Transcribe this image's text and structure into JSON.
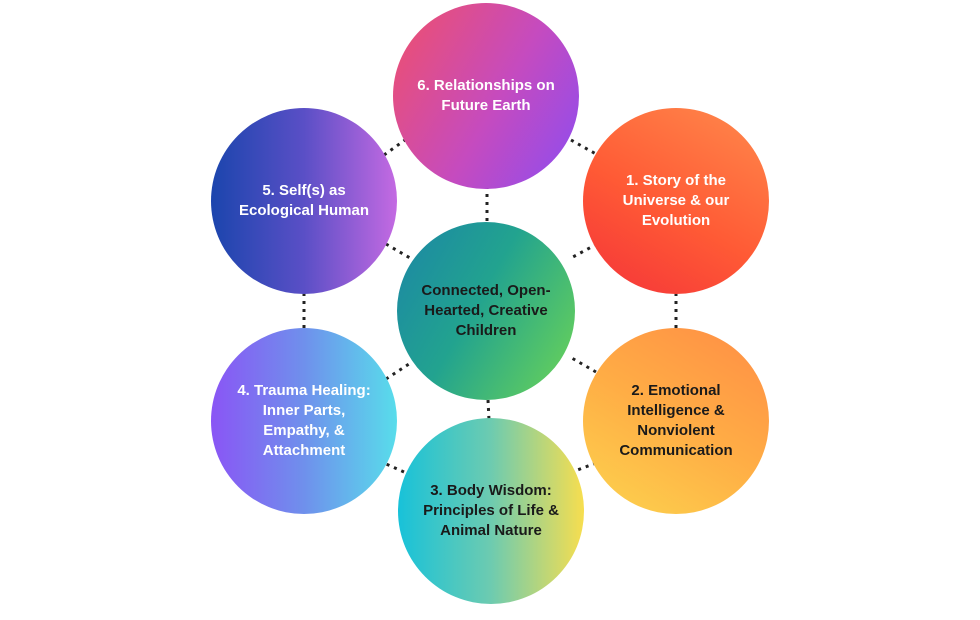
{
  "diagram": {
    "center": {
      "label": "Connected, Open-\nHearted, Creative\nChildren"
    },
    "nodes": [
      {
        "id": "n1",
        "label": "1. Story of the\nUniverse & our\nEvolution"
      },
      {
        "id": "n2",
        "label": "2. Emotional\nIntelligence &\nNonviolent\nCommunication"
      },
      {
        "id": "n3",
        "label": "3. Body Wisdom:\nPrinciples of Life &\nAnimal Nature"
      },
      {
        "id": "n4",
        "label": "4. Trauma Healing:\nInner Parts,\nEmpathy, &\nAttachment"
      },
      {
        "id": "n5",
        "label": "5. Self(s) as\nEcological Human"
      },
      {
        "id": "n6",
        "label": "6. Relationships on\nFuture Earth"
      }
    ],
    "colors": {
      "connector": "#222222",
      "text_light": "#ffffff",
      "text_dark": "#1a1a1a"
    }
  }
}
